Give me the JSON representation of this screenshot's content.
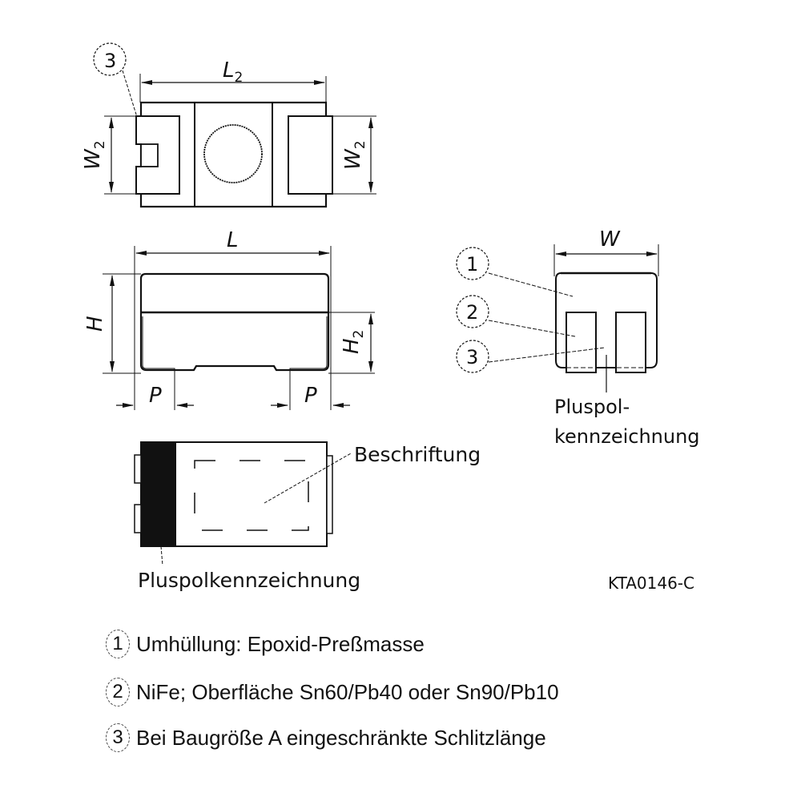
{
  "diagram": {
    "top_view": {
      "dimension_length": "L",
      "dimension_length_sub": "2",
      "dimension_width": "W",
      "dimension_width_sub": "2",
      "callout": "3"
    },
    "side_view": {
      "dimension_length": "L",
      "dimension_height": "H",
      "dimension_height2": "H",
      "dimension_height2_sub": "2",
      "dimension_pad_left": "P",
      "dimension_pad_right": "P"
    },
    "end_view": {
      "dimension_width": "W",
      "callouts": [
        "1",
        "2",
        "3"
      ],
      "label_line1": "Pluspol-",
      "label_line2": "kennzeichnung"
    },
    "marking_view": {
      "label_marking": "Beschriftung",
      "label_polarity": "Pluspolkennzeichnung"
    },
    "drawing_id": "KTA0146-C"
  },
  "legend": [
    {
      "num": "1",
      "text": "Umhüllung: Epoxid-Preßmasse"
    },
    {
      "num": "2",
      "text": "NiFe; Oberfläche Sn60/Pb40 oder Sn90/Pb10"
    },
    {
      "num": "3",
      "text": "Bei Baugröße A eingeschränkte Schlitzlänge"
    }
  ]
}
